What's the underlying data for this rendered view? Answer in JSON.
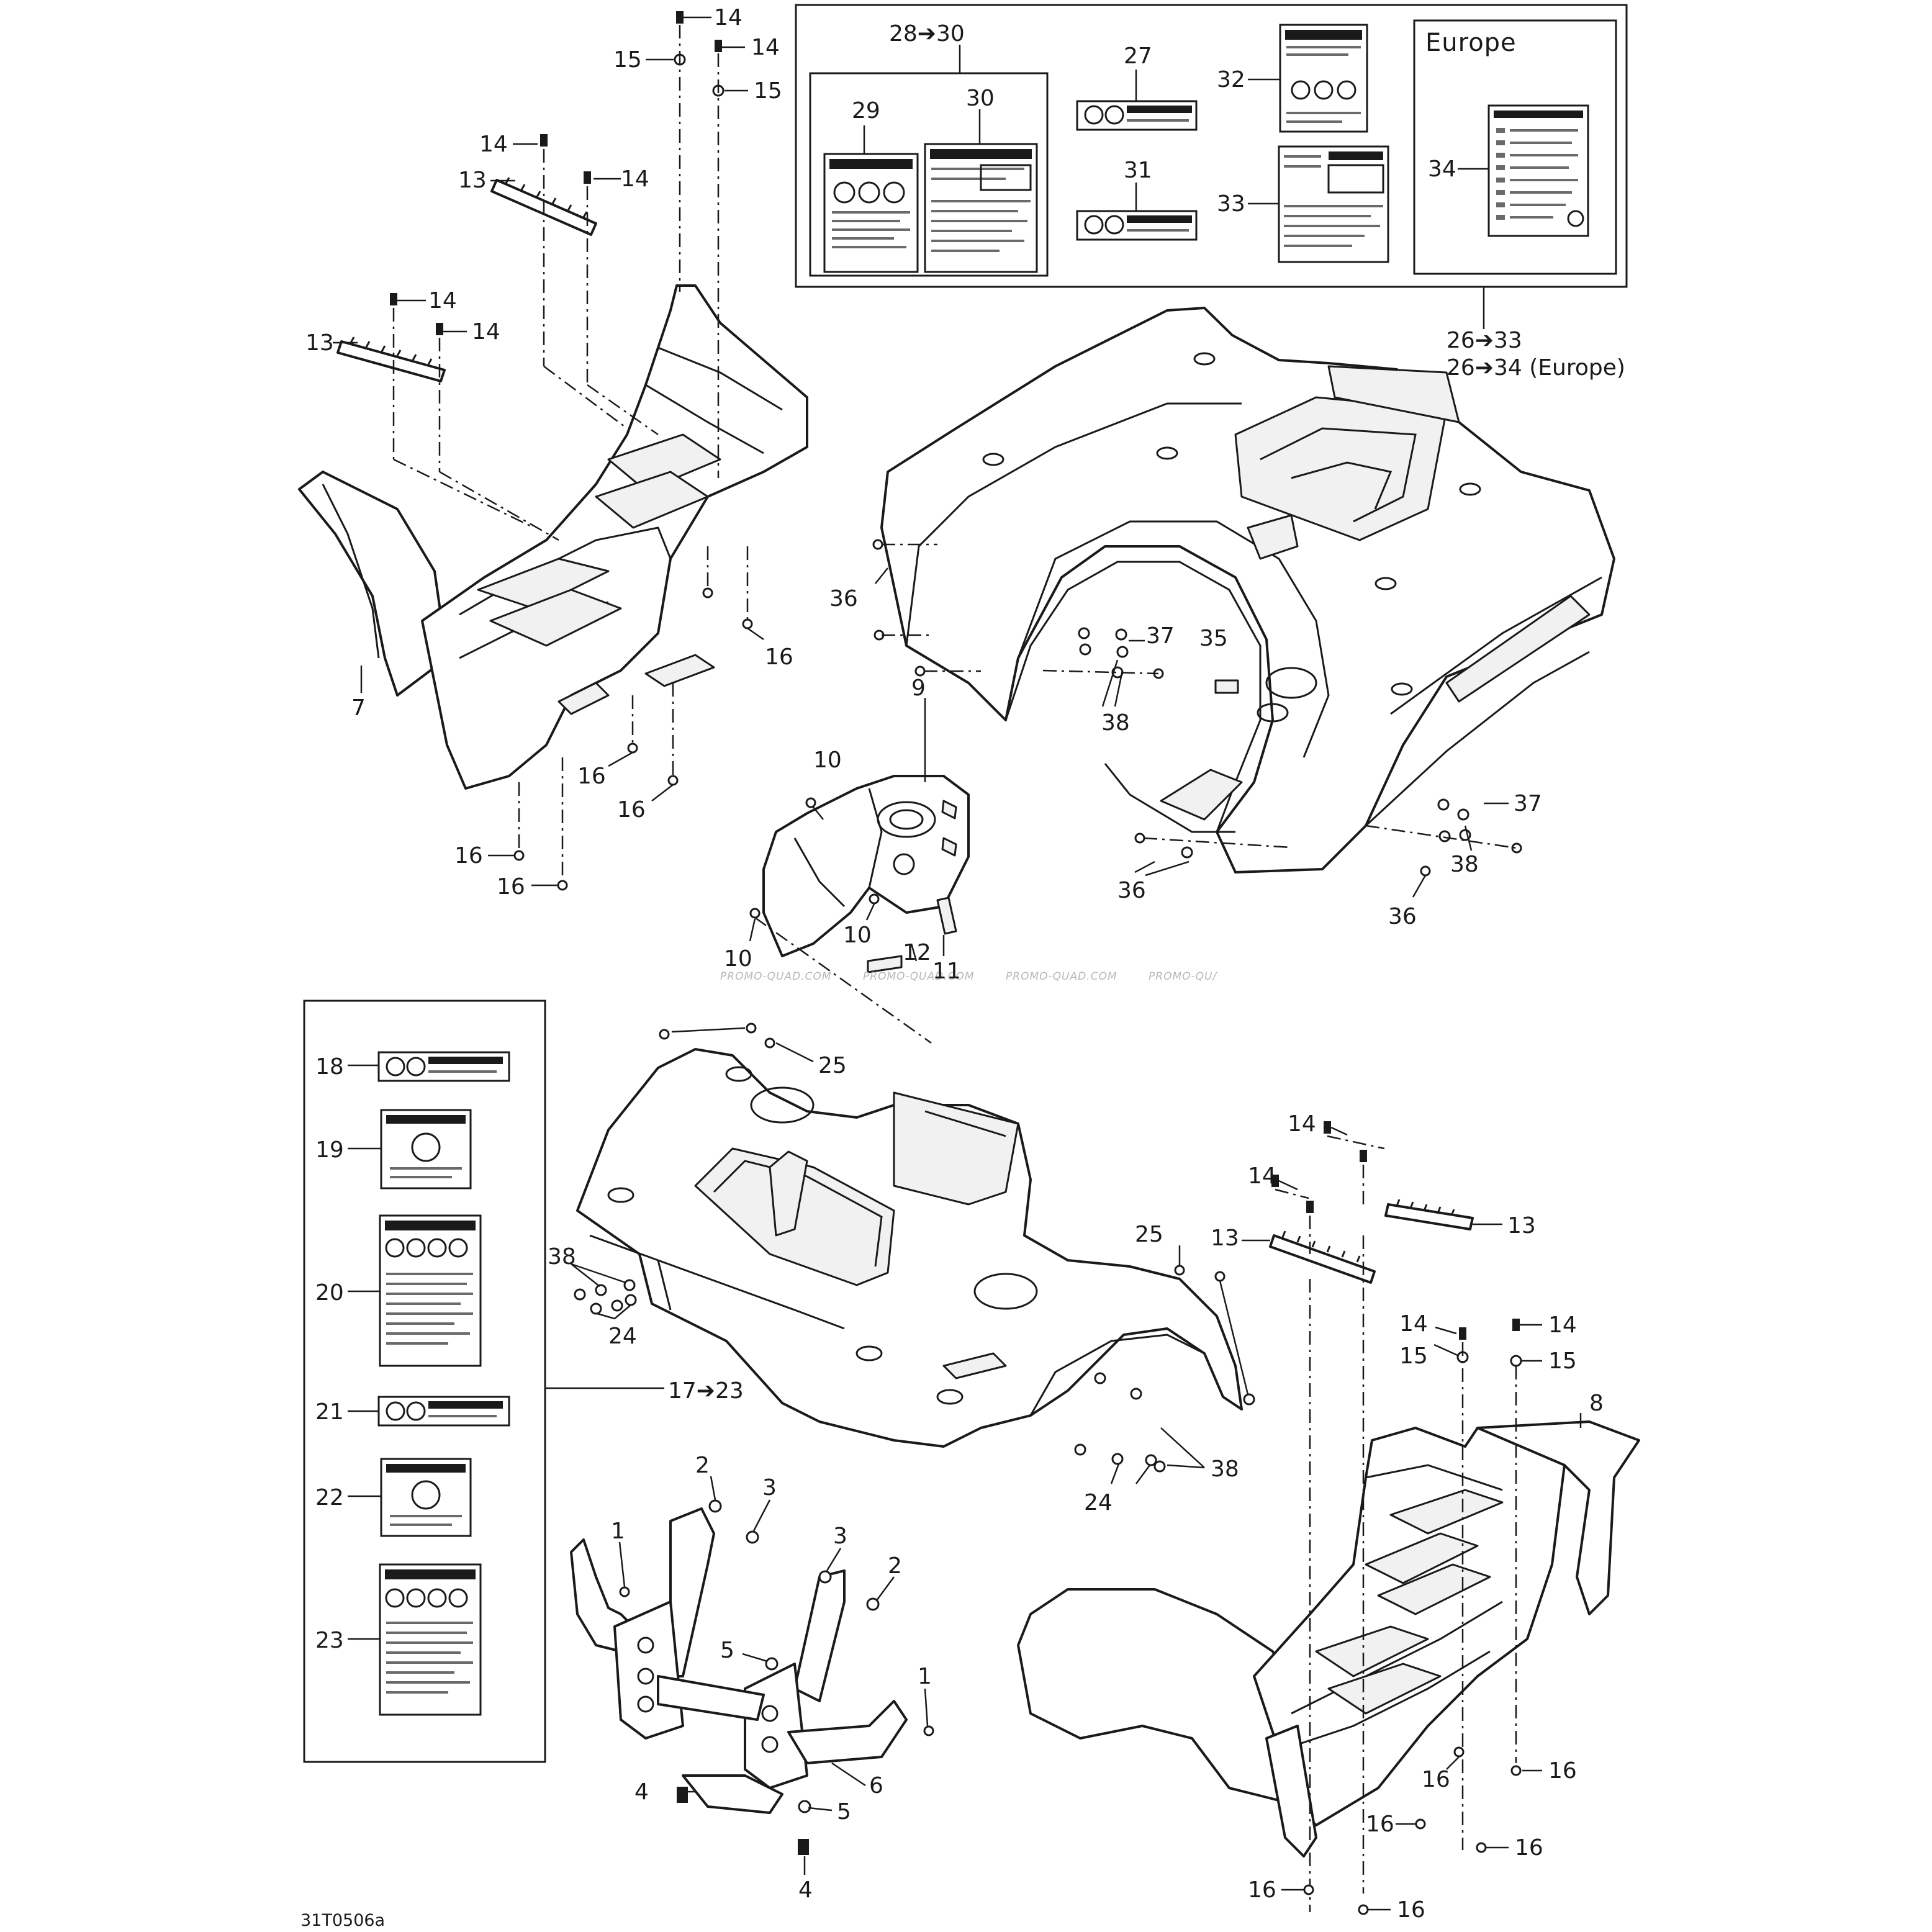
{
  "diagram": {
    "europe_label": "Europe",
    "drawing_ref": "31T0506a",
    "watermark": "PROMO-QUAD.COM",
    "watermark_partial": "PROMO-QU/",
    "callouts": {
      "c1a": "1",
      "c1b": "1",
      "c2a": "2",
      "c2b": "2",
      "c3a": "3",
      "c3b": "3",
      "c4a": "4",
      "c4b": "4",
      "c5a": "5",
      "c5b": "5",
      "c6": "6",
      "c7": "7",
      "c8": "8",
      "c9": "9",
      "c10a": "10",
      "c10b": "10",
      "c10c": "10",
      "c11": "11",
      "c12": "12",
      "c13a": "13",
      "c13b": "13",
      "c13c": "13",
      "c13d": "13",
      "c14a": "14",
      "c14b": "14",
      "c14c": "14",
      "c14d": "14",
      "c14e": "14",
      "c14f": "14",
      "c14g": "14",
      "c14h": "14",
      "c14i": "14",
      "c14j": "14",
      "c15a": "15",
      "c15b": "15",
      "c15c": "15",
      "c15d": "15",
      "c16a": "16",
      "c16b": "16",
      "c16c": "16",
      "c16d": "16",
      "c16e": "16",
      "c16f": "16",
      "c16g": "16",
      "c16h": "16",
      "c16i": "16",
      "c16j": "16",
      "c16k": "16",
      "c17_23": "17➔23",
      "c18": "18",
      "c19": "19",
      "c20": "20",
      "c21": "21",
      "c22": "22",
      "c23": "23",
      "c24a": "24",
      "c24b": "24",
      "c25a": "25",
      "c25b": "25",
      "c26_33": "26➔33",
      "c26_34": "26➔34 (Europe)",
      "c27": "27",
      "c28_30": "28➔30",
      "c29": "29",
      "c30": "30",
      "c31": "31",
      "c32": "32",
      "c33": "33",
      "c34": "34",
      "c35": "35",
      "c36a": "36",
      "c36b": "36",
      "c36c": "36",
      "c37a": "37",
      "c37b": "37",
      "c38a": "38",
      "c38b": "38",
      "c38c": "38",
      "c38d": "38"
    }
  }
}
